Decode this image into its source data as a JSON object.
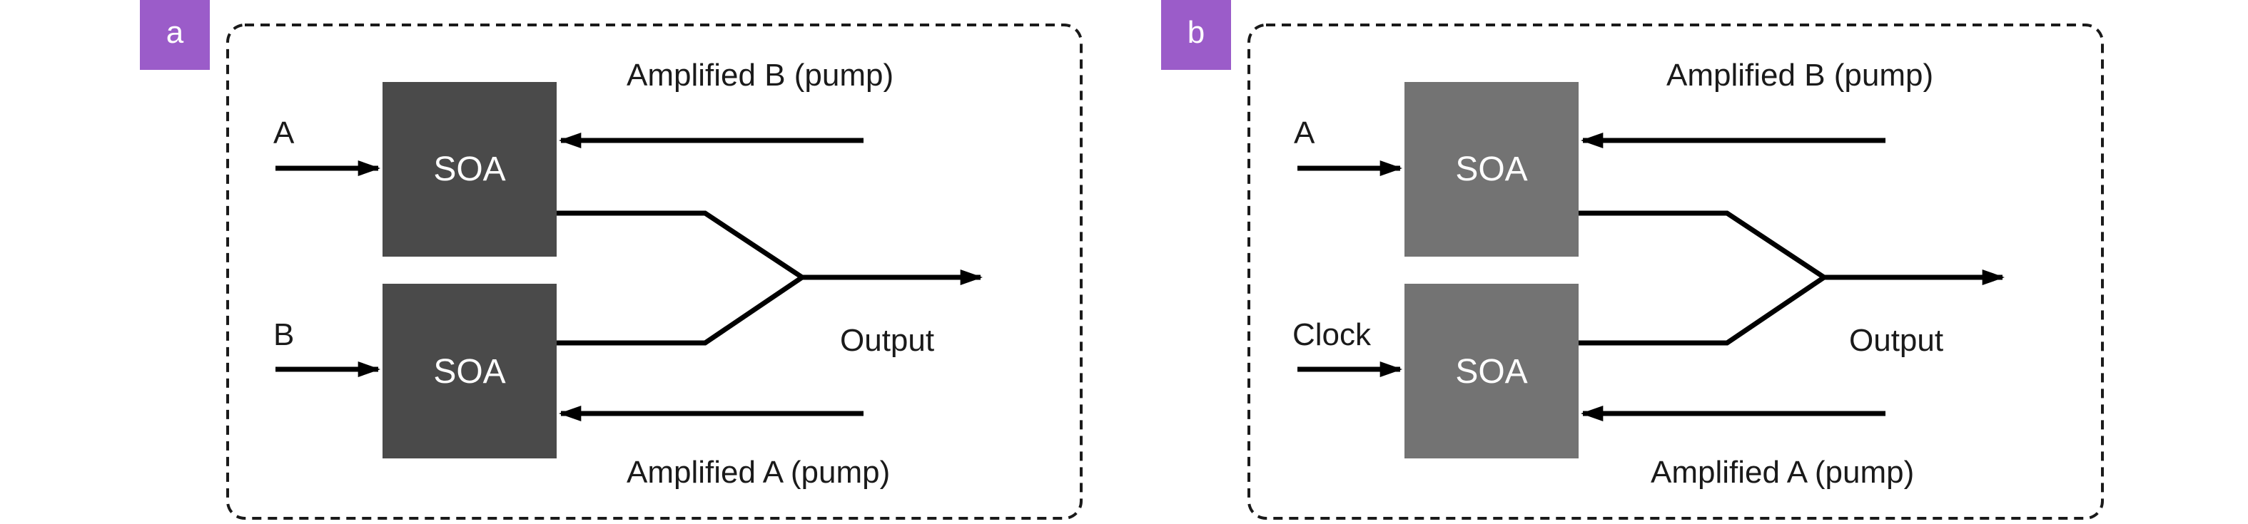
{
  "colors": {
    "tag_bg": "#9b5cc9",
    "soa_dark": "#4a4a4a",
    "soa_light": "#737373",
    "wire": "#000000"
  },
  "panel_a": {
    "tag": "a",
    "input_top": "A",
    "input_bottom": "B",
    "soa_top": "SOA",
    "soa_bottom": "SOA",
    "pump_top": "Amplified B (pump)",
    "pump_bottom": "Amplified A (pump)",
    "output": "Output"
  },
  "panel_b": {
    "tag": "b",
    "input_top": "A",
    "input_bottom": "Clock",
    "soa_top": "SOA",
    "soa_bottom": "SOA",
    "pump_top": "Amplified B (pump)",
    "pump_bottom": "Amplified A (pump)",
    "output": "Output"
  }
}
